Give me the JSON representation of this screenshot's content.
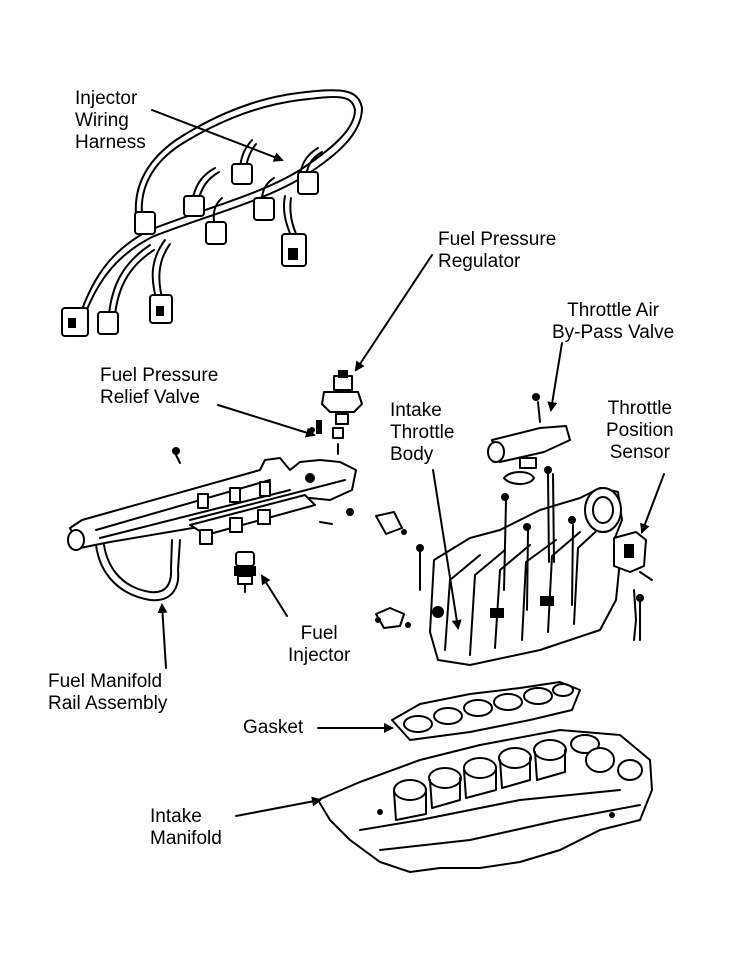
{
  "labels": {
    "injector_wiring_harness": [
      "Injector",
      "Wiring",
      "Harness"
    ],
    "fuel_pressure_regulator": [
      "Fuel Pressure",
      "Regulator"
    ],
    "throttle_air_bypass_valve": [
      "Throttle Air",
      "By-Pass Valve"
    ],
    "fuel_pressure_relief_valve": [
      "Fuel Pressure",
      "Relief Valve"
    ],
    "intake_throttle_body": [
      "Intake",
      "Throttle",
      "Body"
    ],
    "throttle_position_sensor": [
      "Throttle",
      "Position",
      "Sensor"
    ],
    "fuel_injector": [
      "Fuel",
      "Injector"
    ],
    "fuel_manifold_rail_assembly": [
      "Fuel Manifold",
      "Rail Assembly"
    ],
    "gasket": [
      "Gasket"
    ],
    "intake_manifold": [
      "Intake",
      "Manifold"
    ]
  },
  "colors": {
    "ink": "#000000",
    "paper": "#ffffff"
  }
}
